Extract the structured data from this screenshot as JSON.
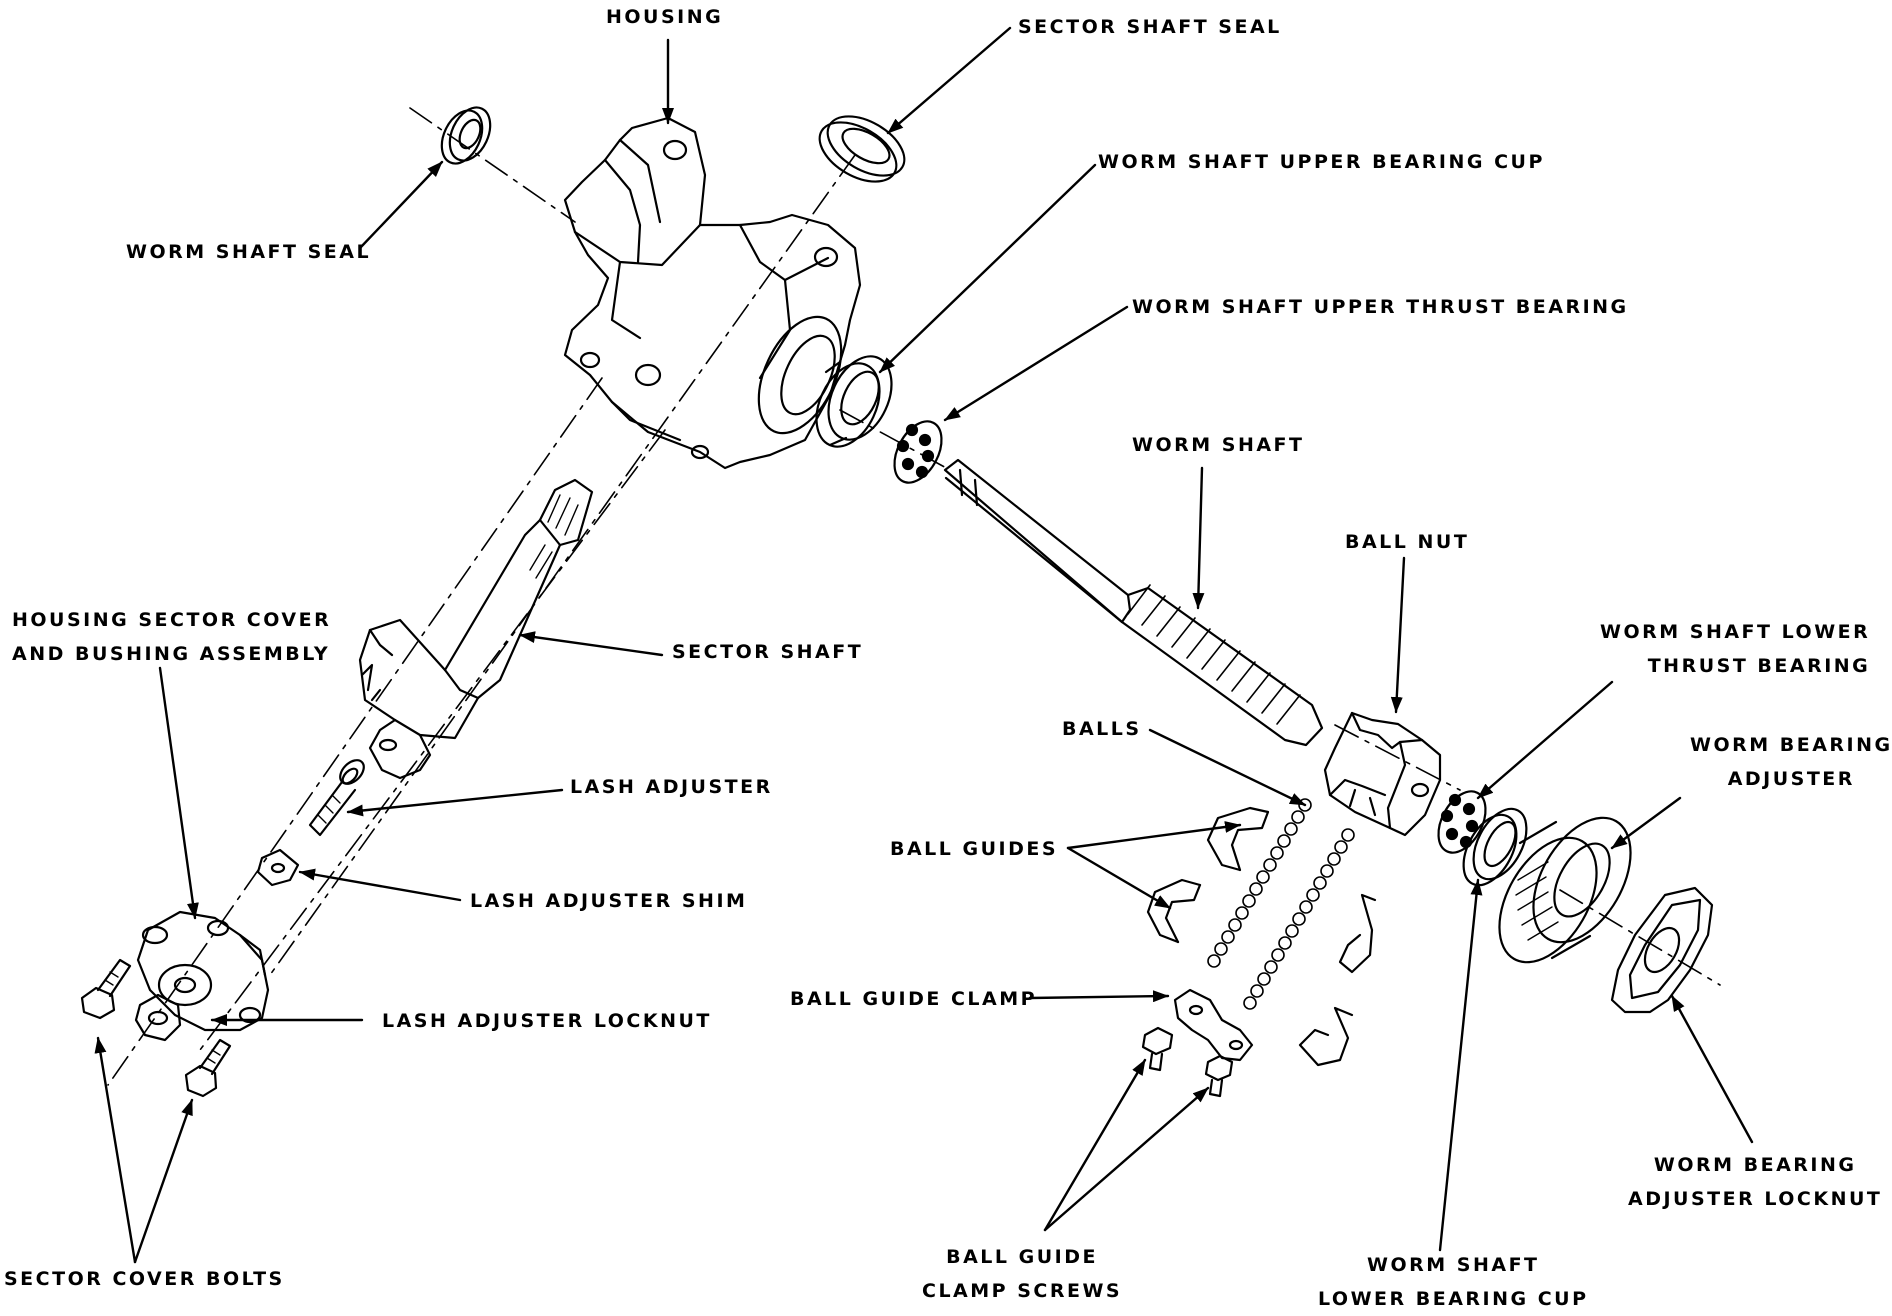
{
  "labels": {
    "housing": "HOUSING",
    "sector_shaft_seal": "SECTOR SHAFT SEAL",
    "worm_shaft_upper_bearing_cup": "WORM SHAFT UPPER BEARING CUP",
    "worm_shaft_seal": "WORM SHAFT SEAL",
    "worm_shaft_upper_thrust_bearing": "WORM SHAFT UPPER THRUST BEARING",
    "worm_shaft": "WORM SHAFT",
    "ball_nut": "BALL NUT",
    "housing_sector_cover_1": "HOUSING SECTOR COVER",
    "housing_sector_cover_2": "AND BUSHING ASSEMBLY",
    "sector_shaft": "SECTOR SHAFT",
    "worm_shaft_lower_thrust_1": "WORM SHAFT LOWER",
    "worm_shaft_lower_thrust_2": "THRUST BEARING",
    "worm_bearing_adjuster_1": "WORM BEARING",
    "worm_bearing_adjuster_2": "ADJUSTER",
    "balls": "BALLS",
    "lash_adjuster": "LASH ADJUSTER",
    "ball_guides": "BALL GUIDES",
    "lash_adjuster_shim": "LASH ADJUSTER SHIM",
    "ball_guide_clamp": "BALL GUIDE CLAMP",
    "lash_adjuster_locknut": "LASH ADJUSTER LOCKNUT",
    "worm_bearing_adjuster_locknut_1": "WORM BEARING",
    "worm_bearing_adjuster_locknut_2": "ADJUSTER LOCKNUT",
    "ball_guide_clamp_screws_1": "BALL GUIDE",
    "ball_guide_clamp_screws_2": "CLAMP SCREWS",
    "worm_shaft_lower_bearing_cup_1": "WORM SHAFT",
    "worm_shaft_lower_bearing_cup_2": "LOWER BEARING CUP",
    "sector_cover_bolts": "SECTOR COVER BOLTS"
  }
}
